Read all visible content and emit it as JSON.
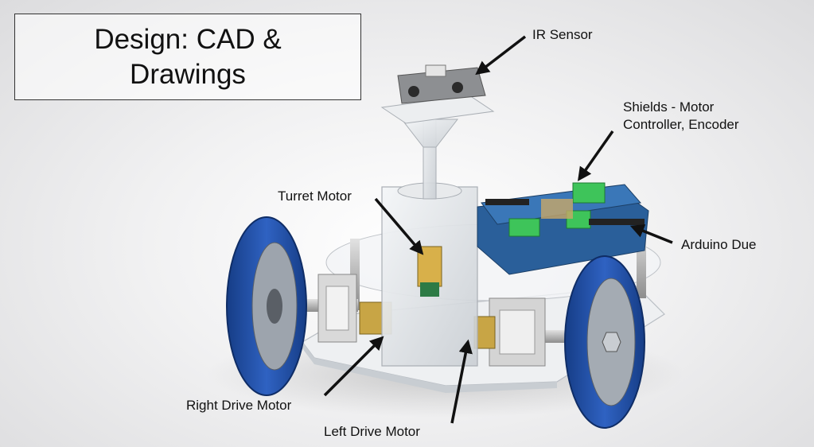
{
  "title": "Design: CAD & Drawings",
  "labels": {
    "ir_sensor": "IR Sensor",
    "shields": "Shields - Motor\nController, Encoder",
    "turret_motor": "Turret Motor",
    "arduino_due": "Arduino Due",
    "right_drive_motor": "Right Drive Motor",
    "left_drive_motor": "Left Drive Motor"
  },
  "colors": {
    "wheel_blue": "#1f4fa8",
    "pcb_blue": "#2a5f9a",
    "terminal_green": "#3ec45a",
    "arrow": "#111111"
  }
}
